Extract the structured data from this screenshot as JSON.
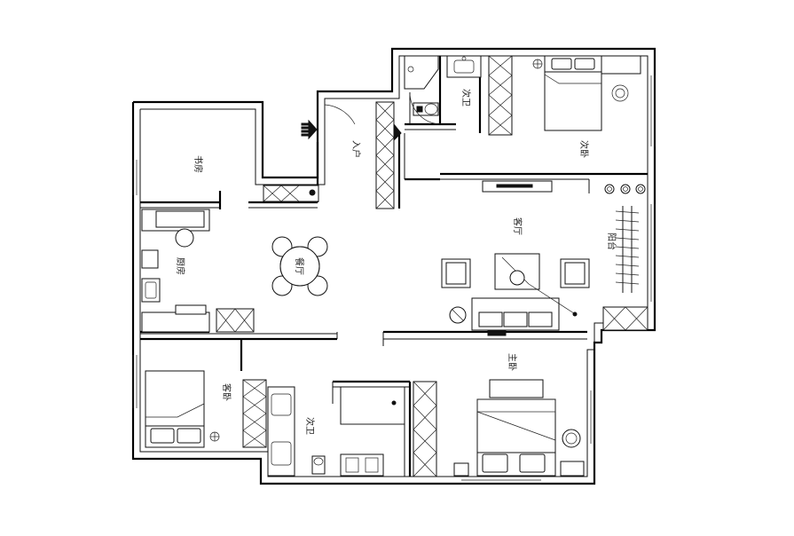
{
  "rooms": {
    "study": "书房",
    "entrance": "入户",
    "secondary_bath_1": "次卫",
    "secondary_bedroom_1": "次卧",
    "living_room": "客厅",
    "balcony": "阳台",
    "dining_room": "餐厅",
    "kitchen": "厨房",
    "guest_bedroom": "客卧",
    "secondary_bath_2": "次卫",
    "master_bedroom": "主卧"
  }
}
